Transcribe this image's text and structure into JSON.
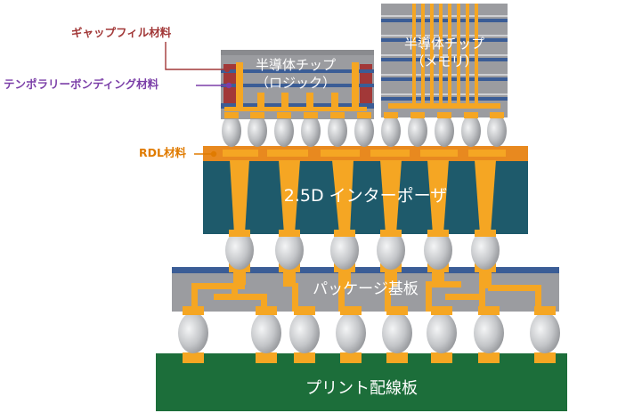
{
  "labels": {
    "gap_fill": "ギャップフィル材料",
    "temporary_bonding": "テンポラリーボンディング材料",
    "rdl": "RDL材料"
  },
  "chips": {
    "logic_line1": "半導体チップ",
    "logic_line2": "（ロジック）",
    "memory_line1": "半導体チップ",
    "memory_line2": "（メモリ）"
  },
  "layers": {
    "interposer": "2.5D インターポーザ",
    "substrate": "パッケージ基板",
    "pcb": "プリント配線板"
  },
  "colors": {
    "gap_fill_label": "#a23838",
    "temporary_bonding_label": "#7b3fa8",
    "rdl_label": "#e07b00",
    "chip_gray": "#9b9ca0",
    "copper": "#f5a623",
    "interposer": "#1e5a6b",
    "substrate_blue": "#3b5d96",
    "pcb_green": "#1c6e3a",
    "solder": "#c5c7ca"
  }
}
